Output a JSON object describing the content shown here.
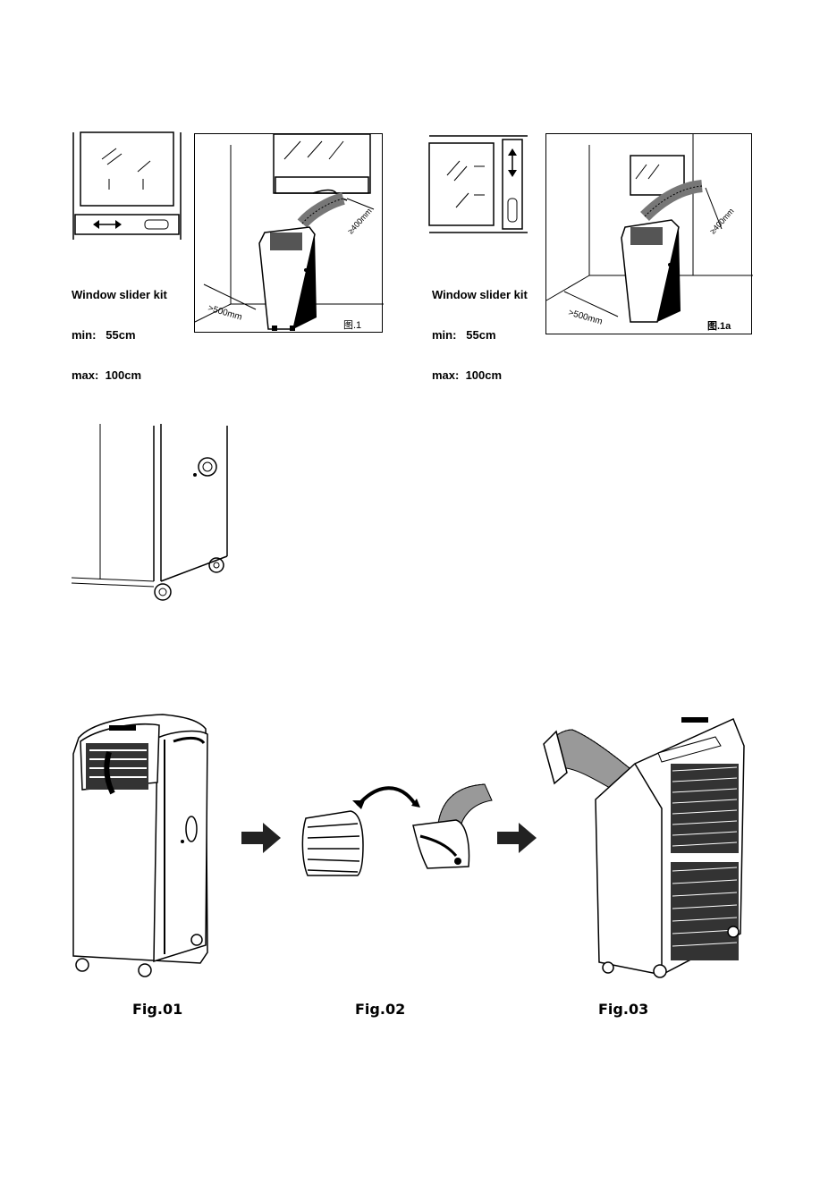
{
  "top_left": {
    "kit_title": "Window slider kit",
    "kit_min": "min:   55cm",
    "kit_max": "max:  100cm",
    "dist_floor": ">500mm",
    "dist_wall": "≥400mm",
    "fig_label": "图.1"
  },
  "top_right": {
    "kit_title": "Window slider kit",
    "kit_min": "min:   55cm",
    "kit_max": "max:  100cm",
    "dist_floor": ">500mm",
    "dist_wall": "≥400mm",
    "fig_label": "图.1a"
  },
  "bottom": {
    "fig1": "Fig.01",
    "fig2": "Fig.02",
    "fig3": "Fig.03"
  }
}
